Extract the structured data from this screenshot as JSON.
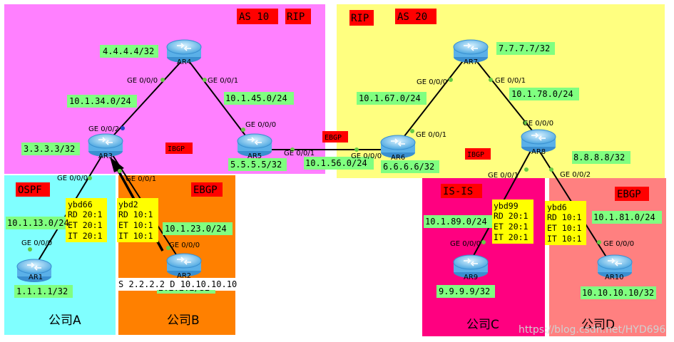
{
  "zones": {
    "as10": {
      "label_as": "AS 10",
      "label_proto": "RIP",
      "color": "#ff80ff"
    },
    "as20": {
      "label_as": "AS 20",
      "label_proto": "RIP",
      "color": "#ffff80"
    },
    "ospf": {
      "label": "OSPF",
      "company": "公司A",
      "color": "#80ffff"
    },
    "companyB": {
      "label": "EBGP",
      "company": "公司B",
      "color": "#ff8000"
    },
    "isis": {
      "label": "IS-IS",
      "company": "公司C",
      "color": "#ff0080"
    },
    "companyD": {
      "label": "EBGP",
      "company": "公司D",
      "color": "#ff8080"
    }
  },
  "routers": {
    "ar1": {
      "name": "AR1",
      "loopback": "1.1.1.1/32"
    },
    "ar2": {
      "name": "AR2",
      "loopback": "2.2.2.2/32"
    },
    "ar3": {
      "name": "AR3",
      "loopback": "3.3.3.3/32"
    },
    "ar4": {
      "name": "AR4",
      "loopback": "4.4.4.4/32"
    },
    "ar5": {
      "name": "AR5",
      "loopback": "5.5.5.5/32"
    },
    "ar6": {
      "name": "AR6",
      "loopback": "6.6.6.6/32"
    },
    "ar7": {
      "name": "AR7",
      "loopback": "7.7.7.7/32"
    },
    "ar8": {
      "name": "AR8",
      "loopback": "8.8.8.8/32"
    },
    "ar9": {
      "name": "AR9",
      "loopback": "9.9.9.9/32"
    },
    "ar10": {
      "name": "AR10",
      "loopback": "10.10.10.10/32"
    }
  },
  "subnets": {
    "s34": "10.1.34.0/24",
    "s45": "10.1.45.0/24",
    "s56": "10.1.56.0/24",
    "s67": "10.1.67.0/24",
    "s78": "10.1.78.0/24",
    "s13": "10.1.13.0/24",
    "s23": "10.1.23.0/24",
    "s89": "10.1.89.0/24",
    "s81": "10.1.81.0/24"
  },
  "ports": {
    "ar4_g0": "GE 0/0/0",
    "ar4_g1": "GE 0/0/1",
    "ar3_g2": "GE 0/0/2",
    "ar3_g0": "GE 0/0/0",
    "ar3_g1": "GE 0/0/1",
    "ar5_g0": "GE 0/0/0",
    "ar5_g1": "GE 0/0/1",
    "ar6_g0": "GE 0/0/0",
    "ar6_g1": "GE 0/0/1",
    "ar7_g0": "GE 0/0/0",
    "ar7_g1": "GE 0/0/1",
    "ar8_g0": "GE 0/0/0",
    "ar8_g1": "GE 0/0/1",
    "ar8_g2": "GE 0/0/2",
    "ar1_g0": "GE 0/0/0",
    "ar2_g0": "GE 0/0/0",
    "ar9_g0": "GE 0/0/0",
    "ar10_g0": "GE 0/0/0"
  },
  "bgp_tags": {
    "ibgp_as10": "IBGP",
    "ibgp_as20": "IBGP",
    "ebgp_link": "EBGP"
  },
  "vpn": {
    "a": {
      "name": "ybd66",
      "rd": "RD 20:1",
      "et": "ET 20:1",
      "it": "IT 20:1"
    },
    "b": {
      "name": "ybd2",
      "rd": "RD 10:1",
      "et": "ET 10:1",
      "it": "IT 10:1"
    },
    "c": {
      "name": "ybd99",
      "rd": "RD 20:1",
      "et": "ET 20:1",
      "it": "IT 20:1"
    },
    "d": {
      "name": "ybd6",
      "rd": "RD 10:1",
      "et": "ET 10:1",
      "it": "IT 10:1"
    }
  },
  "traffic_note": "S 2.2.2.2 D 10.10.10.10",
  "watermark": "https://blog.csdn.net/HYD696"
}
